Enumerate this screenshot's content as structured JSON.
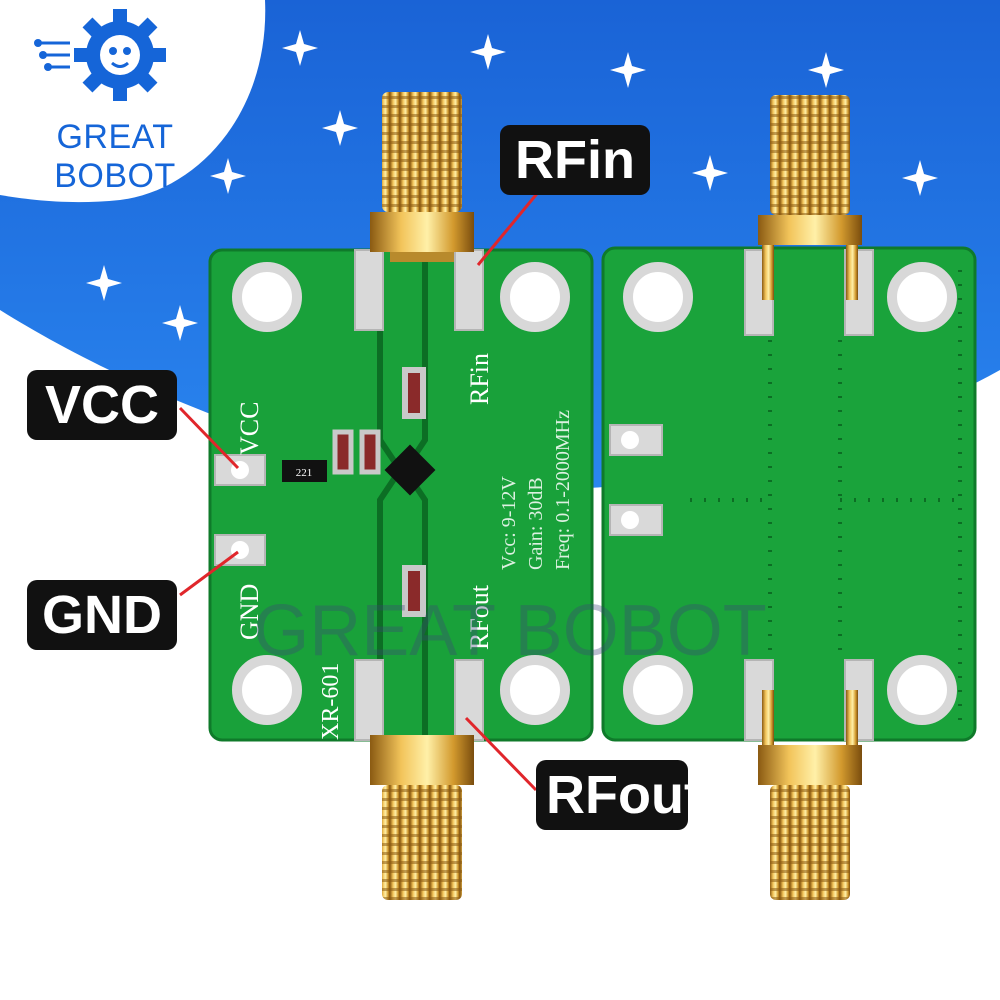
{
  "brand": {
    "name": "GREAT BOBOT",
    "logo": "gear-logo-icon",
    "color": "#1565d8"
  },
  "background": {
    "sky_color": "#1e6fe0",
    "sparkle": "sparkle-star-icon"
  },
  "callouts": {
    "rfin": "RFin",
    "vcc": "VCC",
    "gnd": "GND",
    "rfout": "RFout",
    "box_color": "#111111",
    "line_color": "#e0262b"
  },
  "front_board": {
    "pcb_color": "#19a13a",
    "silk_vcc": "VCC",
    "silk_gnd": "GND",
    "silk_rfin": "RFin",
    "silk_rfout": "RFout",
    "silk_model": "XR-601",
    "spec_vcc": "Vcc: 9-12V",
    "spec_gain": "Gain: 30dB",
    "spec_freq": "Freq: 0.1-2000MHz",
    "resistor_code": "221"
  },
  "back_board": {
    "pcb_color": "#1aa33b"
  },
  "watermark": "GREAT BOBOT"
}
